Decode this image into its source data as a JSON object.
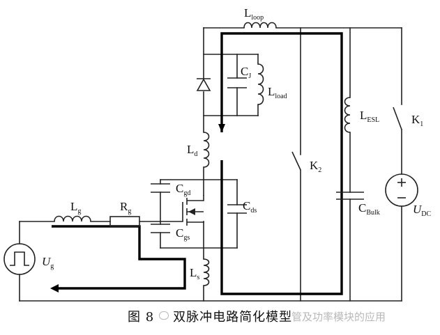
{
  "caption": {
    "figure_label": "图 8",
    "title": "双脉冲电路简化模型"
  },
  "watermark": {
    "text": "管及功率模块的应用"
  },
  "labels": {
    "L_loop": {
      "main": "L",
      "sub": "loop"
    },
    "C_J": {
      "main": "C",
      "sub": "J"
    },
    "L_load": {
      "main": "L",
      "sub": "load"
    },
    "L_ESL": {
      "main": "L",
      "sub": "ESL"
    },
    "K_1": {
      "main": "K",
      "sub": "1"
    },
    "L_d": {
      "main": "L",
      "sub": "d"
    },
    "K_2": {
      "main": "K",
      "sub": "2"
    },
    "C_gd": {
      "main": "C",
      "sub": "gd"
    },
    "C_ds": {
      "main": "C",
      "sub": "ds"
    },
    "L_g": {
      "main": "L",
      "sub": "g"
    },
    "R_g": {
      "main": "R",
      "sub": "g"
    },
    "C_gs": {
      "main": "C",
      "sub": "gs"
    },
    "C_Bulk": {
      "main": "C",
      "sub": "Bulk"
    },
    "U_DC": {
      "main": "U",
      "sub": "DC"
    },
    "U_g": {
      "main": "U",
      "sub": "g"
    },
    "L_s": {
      "main": "L",
      "sub": "s"
    }
  },
  "colors": {
    "wire": "#222222",
    "current_path": "#000000",
    "watermark": "#b9b9b9"
  },
  "icons": [
    "diode-icon",
    "inductor-icon",
    "capacitor-icon",
    "switch-icon",
    "resistor-icon",
    "mosfet-icon",
    "dc-source-icon",
    "pulse-source-icon",
    "wechat-logo-icon"
  ]
}
